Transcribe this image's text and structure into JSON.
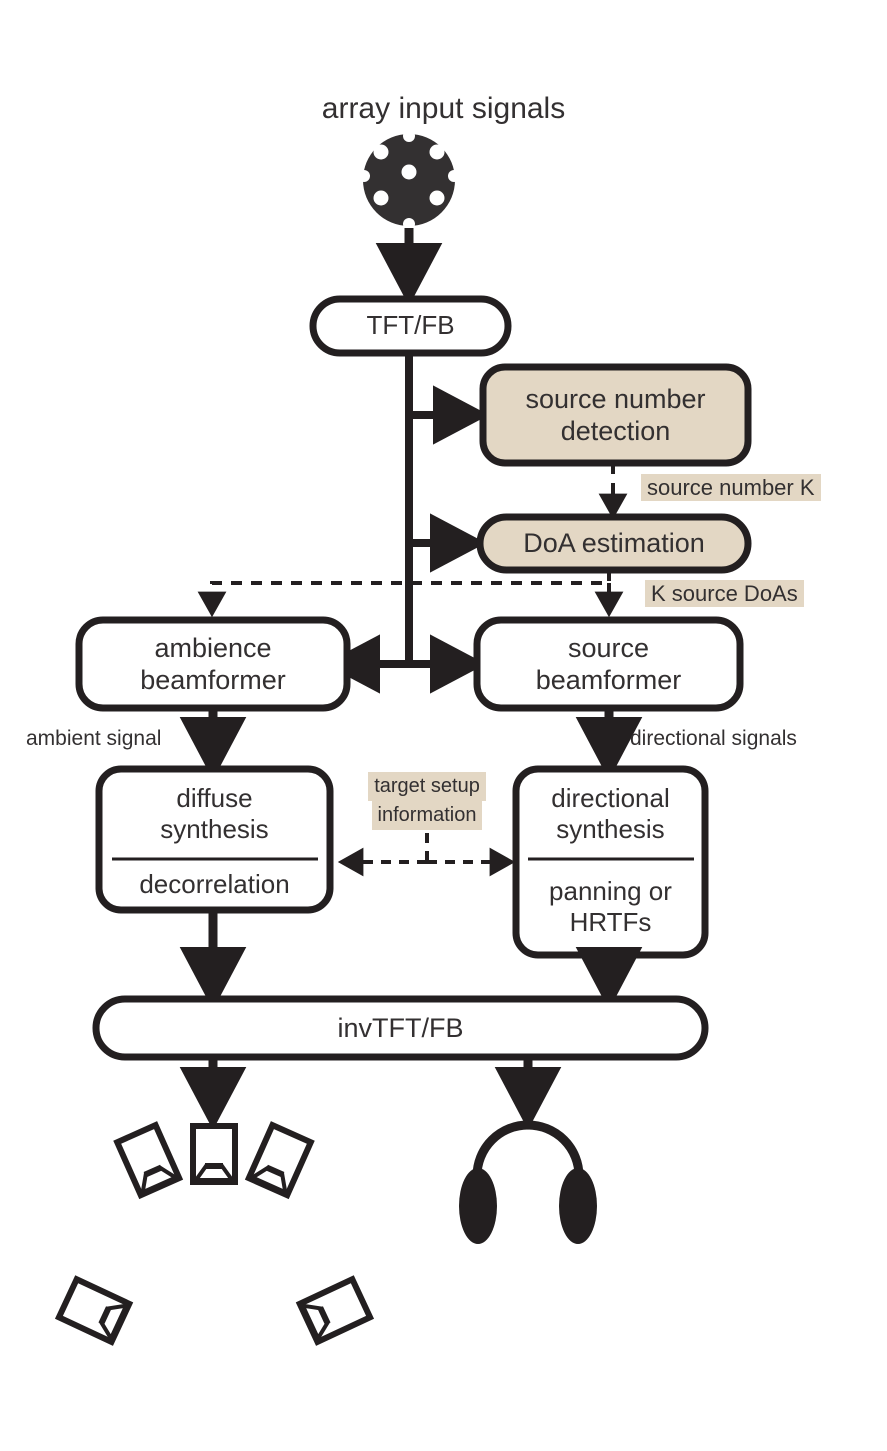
{
  "figure": {
    "type": "flowchart",
    "title_text": "array input signals",
    "background_color": "#ffffff",
    "stroke_color": "#231f20",
    "text_color": "#333031",
    "accent_fill": "#e3d7c4"
  },
  "nodes": {
    "mic_array": {
      "name": "microphone-array",
      "label": ""
    },
    "tft_fb": {
      "label": "TFT/FB",
      "fill": "#ffffff"
    },
    "source_number_detection": {
      "line1": "source number",
      "line2": "detection",
      "fill": "#e3d7c4"
    },
    "doa_estimation": {
      "label": "DoA estimation",
      "fill": "#e3d7c4"
    },
    "ambience_beamformer": {
      "line1": "ambience",
      "line2": "beamformer",
      "fill": "#ffffff"
    },
    "source_beamformer": {
      "line1": "source",
      "line2": "beamformer",
      "fill": "#ffffff"
    },
    "diffuse_synthesis": {
      "line1": "diffuse",
      "line2": "synthesis",
      "line3": "decorrelation",
      "fill": "#ffffff"
    },
    "directional_synthesis": {
      "line1": "directional",
      "line2": "synthesis",
      "line3": "panning or",
      "line4": "HRTFs",
      "fill": "#ffffff"
    },
    "inv_tft_fb": {
      "label": "invTFT/FB",
      "fill": "#ffffff"
    },
    "loudspeakers": {
      "name": "loudspeaker-setup",
      "label": ""
    },
    "headphones": {
      "name": "headphones",
      "label": ""
    }
  },
  "edge_labels": {
    "source_number_k": "source number K",
    "k_source_doas": "K source DoAs",
    "ambient_signal": "ambient signal",
    "directional_signals": "directional signals",
    "target_setup_info_l1": "target setup",
    "target_setup_info_l2": "information"
  }
}
